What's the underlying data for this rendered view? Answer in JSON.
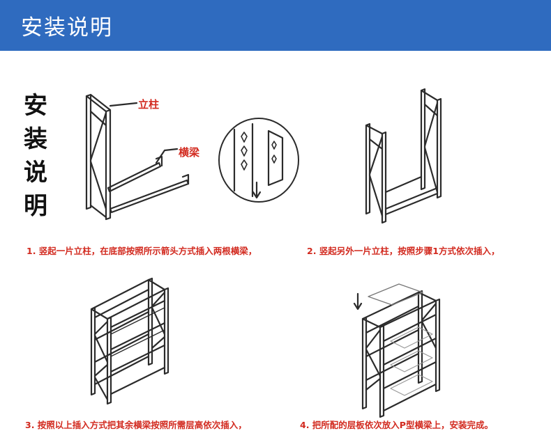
{
  "header": {
    "title": "安装说明"
  },
  "side_title": [
    "安",
    "装",
    "说",
    "明"
  ],
  "labels": {
    "upright": "立柱",
    "beam": "横梁"
  },
  "captions": {
    "step1": "1. 竖起一片立柱，在底部按照所示箭头方式插入两根横梁，",
    "step2": "2. 竖起另外一片立柱，按照步骤1方式依次插入，",
    "step3": "3. 按照以上插入方式把其余横梁按照所需层高依次插入，",
    "step4": "4. 把所配的层板依次放入P型横梁上，安装完成。"
  },
  "colors": {
    "header_bg": "#2f6bbf",
    "caption_red": "#d22a1f"
  }
}
